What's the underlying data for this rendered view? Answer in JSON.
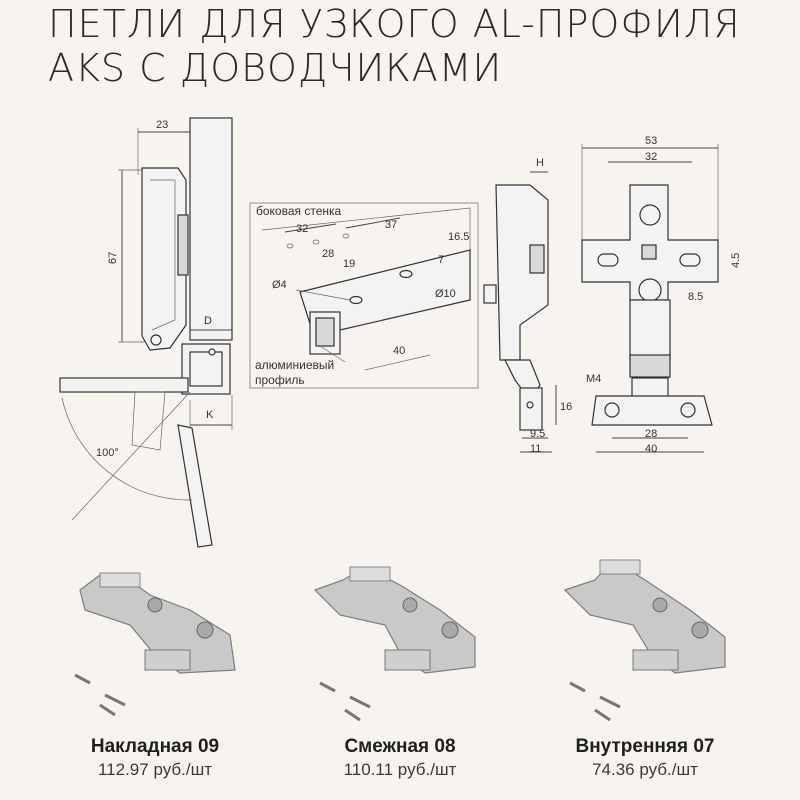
{
  "title": {
    "line1": "ПЕТЛИ ДЛЯ УЗКОГО AL-ПРОФИЛЯ",
    "line2": "AKS С ДОВОДЧИКАМИ"
  },
  "drawing_labels": {
    "side_wall": "боковая стенка",
    "aluminum": "алюминиевый",
    "profile": "профиль",
    "angle": "100°",
    "d": "D",
    "k": "K",
    "h": "H",
    "m4": "M4",
    "dims": {
      "d23": "23",
      "d67": "67",
      "d32": "32",
      "d37": "37",
      "d28": "28",
      "d19": "19",
      "d16_5": "16.5",
      "d7": "7",
      "dia4": "Ø4",
      "dia10": "Ø10",
      "d40": "40",
      "d16": "16",
      "d9_5": "9.5",
      "d11": "11",
      "d53": "53",
      "d32b": "32",
      "d4_5": "4.5",
      "d8_5": "8.5",
      "d28b": "28",
      "d40b": "40"
    }
  },
  "products": [
    {
      "name": "Накладная 09",
      "price": "112.97 руб./шт"
    },
    {
      "name": "Смежная 08",
      "price": "110.11 руб./шт"
    },
    {
      "name": "Внутренняя 07",
      "price": "74.36 руб./шт"
    }
  ]
}
